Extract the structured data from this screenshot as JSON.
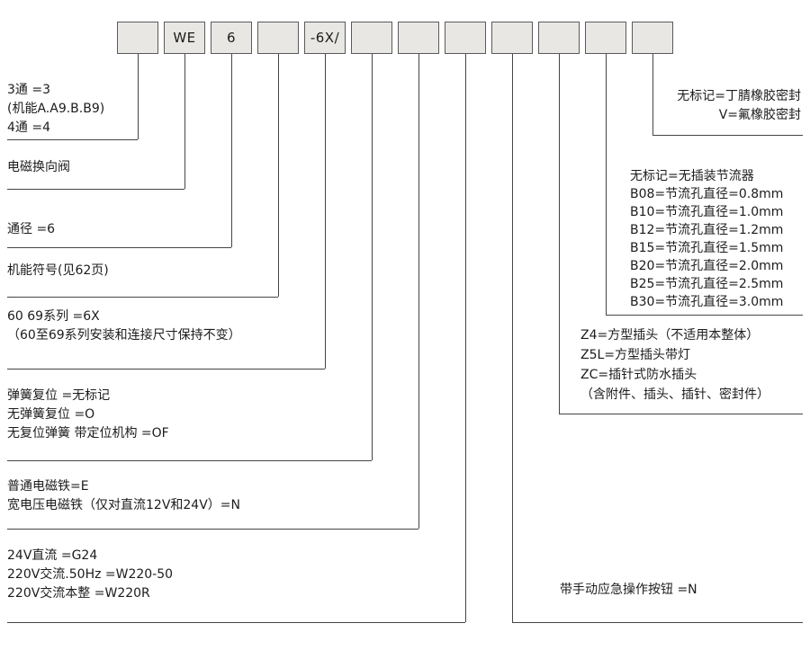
{
  "model_code_boxes": [
    "",
    "WE",
    "6",
    "",
    "-6X/",
    "",
    "",
    "",
    "",
    "",
    "",
    ""
  ],
  "left_annotations": [
    "3通  =3\n(机能A.A9.B.B9)\n4通  =4",
    "电磁换向阀",
    "通径 =6",
    "机能符号(见62页)",
    "60 69系列  =6X\n（60至69系列安装和连接尺寸保持不变）",
    "弹簧复位   =无标记\n无弹簧复位 =O\n无复位弹簧 带定位机构  =OF",
    "普通电磁铁=E\n宽电压电磁铁（仅对直流12V和24V）=N",
    "24V直流   =G24\n220V交流.50Hz  =W220-50\n220V交流本整   =W220R"
  ],
  "right_annotations": [
    "无标记=丁腈橡胶密封\nV=氟橡胶密封",
    "无标记=无插装节流器\nB08=节流孔直径=0.8mm\nB10=节流孔直径=1.0mm\nB12=节流孔直径=1.2mm\nB15=节流孔直径=1.5mm\nB20=节流孔直径=2.0mm\nB25=节流孔直径=2.5mm\nB30=节流孔直径=3.0mm",
    "Z4=方型插头（不适用本整体）\nZ5L=方型插头带灯\nZC=插针式防水插头\n（含附件、插头、插针、密封件）",
    "带手动应急操作按钮  =N"
  ]
}
